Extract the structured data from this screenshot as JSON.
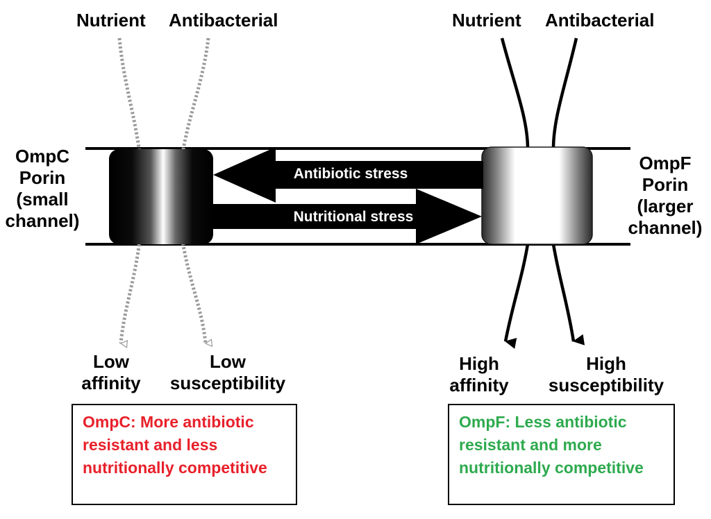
{
  "left": {
    "top_labels": [
      "Nutrient",
      "Antibacterial"
    ],
    "porin_label": [
      "OmpC",
      "Porin",
      "(small",
      "channel)"
    ],
    "bottom_labels": [
      [
        "Low",
        "affinity"
      ],
      [
        "Low",
        "susceptibility"
      ]
    ],
    "summary": "OmpC: More antibiotic resistant and less nutritionally competitive"
  },
  "right": {
    "top_labels": [
      "Nutrient",
      "Antibacterial"
    ],
    "porin_label": [
      "OmpF",
      "Porin",
      "(larger",
      "channel)"
    ],
    "bottom_labels": [
      [
        "High",
        "affinity"
      ],
      [
        "High",
        "susceptibility"
      ]
    ],
    "summary": "OmpF: Less antibiotic resistant and more nutritionally competitive"
  },
  "arrows": {
    "antibiotic": "Antibiotic stress",
    "nutritional": "Nutritional stress"
  },
  "colors": {
    "ompc_text": "#e8202a",
    "ompf_text": "#2eaa4e",
    "membrane": "#000000",
    "dashed_path": "#a0a0a0"
  }
}
